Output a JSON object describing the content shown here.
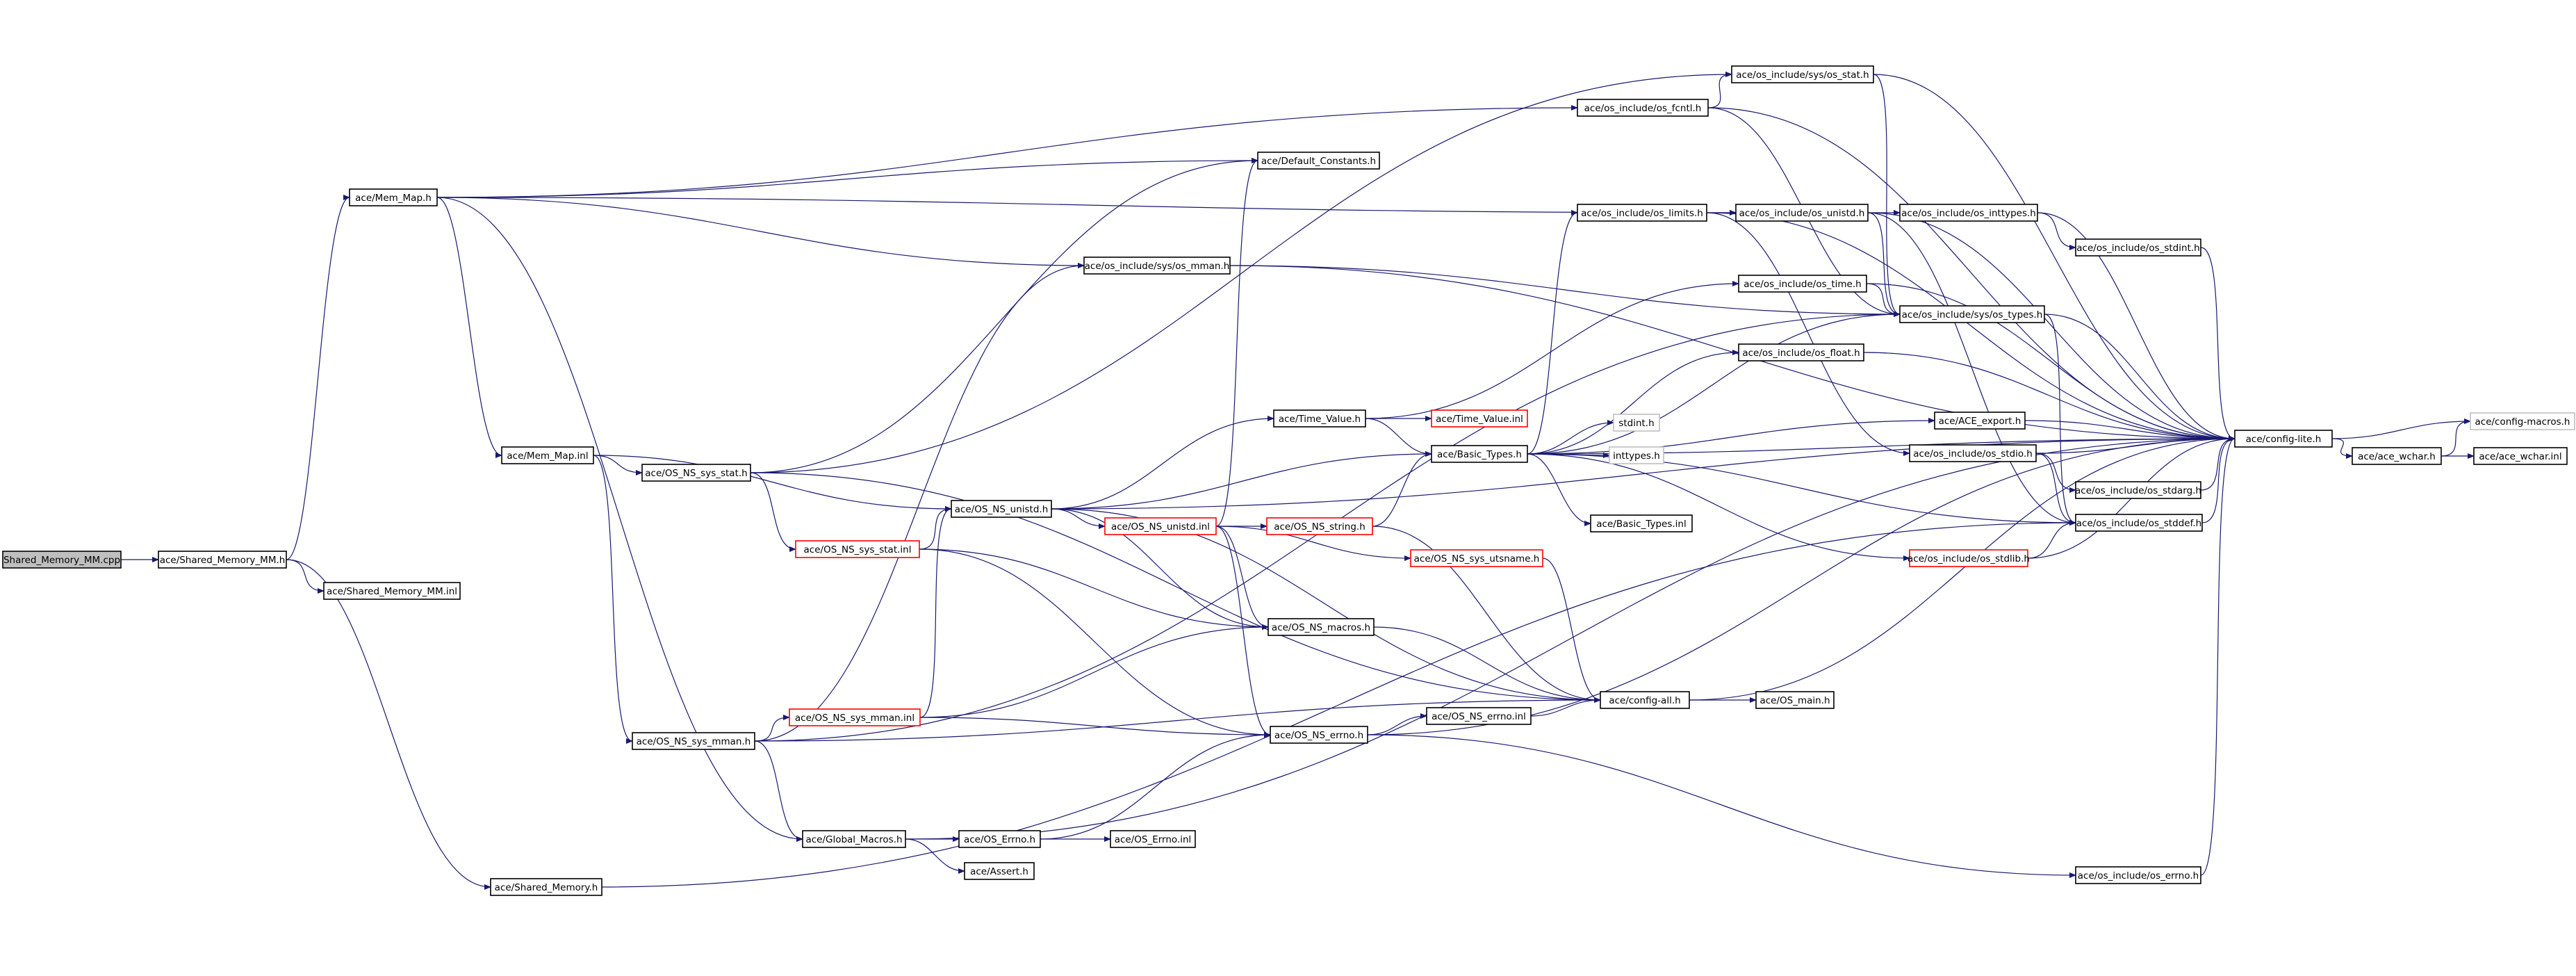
{
  "colors": {
    "edge": "#191970",
    "node_border": "#000000",
    "incomplete_border": "#ff0000",
    "root_fill": "#bfbfbf"
  },
  "nodes": [
    {
      "id": "root",
      "label": "Shared_Memory_MM.cpp",
      "style": "root"
    },
    {
      "id": "smmh",
      "label": "ace/Shared_Memory_MM.h",
      "style": "normal"
    },
    {
      "id": "smminl",
      "label": "ace/Shared_Memory_MM.inl",
      "style": "normal"
    },
    {
      "id": "memmaph",
      "label": "ace/Mem_Map.h",
      "style": "normal"
    },
    {
      "id": "memmapinl",
      "label": "ace/Mem_Map.inl",
      "style": "normal"
    },
    {
      "id": "sharedmem",
      "label": "ace/Shared_Memory.h",
      "style": "normal"
    },
    {
      "id": "osnssysstath",
      "label": "ace/OS_NS_sys_stat.h",
      "style": "normal"
    },
    {
      "id": "osnssysstatinl",
      "label": "ace/OS_NS_sys_stat.inl",
      "style": "red"
    },
    {
      "id": "osnssysmmanh",
      "label": "ace/OS_NS_sys_mman.h",
      "style": "normal"
    },
    {
      "id": "osnssysmmaninl",
      "label": "ace/OS_NS_sys_mman.inl",
      "style": "red"
    },
    {
      "id": "globalmacros",
      "label": "ace/Global_Macros.h",
      "style": "normal"
    },
    {
      "id": "oserrnoh",
      "label": "ace/OS_Errno.h",
      "style": "normal"
    },
    {
      "id": "oserrnoinl",
      "label": "ace/OS_Errno.inl",
      "style": "normal"
    },
    {
      "id": "assert",
      "label": "ace/Assert.h",
      "style": "normal"
    },
    {
      "id": "osnsunistdh",
      "label": "ace/OS_NS_unistd.h",
      "style": "normal"
    },
    {
      "id": "osnsunistdinl",
      "label": "ace/OS_NS_unistd.inl",
      "style": "red"
    },
    {
      "id": "timevalueh",
      "label": "ace/Time_Value.h",
      "style": "normal"
    },
    {
      "id": "timevalueinl",
      "label": "ace/Time_Value.inl",
      "style": "red"
    },
    {
      "id": "basictypesh",
      "label": "ace/Basic_Types.h",
      "style": "normal"
    },
    {
      "id": "basictypesinl",
      "label": "ace/Basic_Types.inl",
      "style": "normal"
    },
    {
      "id": "osnsstringh",
      "label": "ace/OS_NS_string.h",
      "style": "red"
    },
    {
      "id": "osnssysutsname",
      "label": "ace/OS_NS_sys_utsname.h",
      "style": "red"
    },
    {
      "id": "osnsmacros",
      "label": "ace/OS_NS_macros.h",
      "style": "normal"
    },
    {
      "id": "osnserrnoh",
      "label": "ace/OS_NS_errno.h",
      "style": "normal"
    },
    {
      "id": "osnserrnoinl",
      "label": "ace/OS_NS_errno.inl",
      "style": "normal"
    },
    {
      "id": "configallh",
      "label": "ace/config-all.h",
      "style": "normal"
    },
    {
      "id": "osmainh",
      "label": "ace/OS_main.h",
      "style": "normal"
    },
    {
      "id": "defaultconstants",
      "label": "ace/Default_Constants.h",
      "style": "normal"
    },
    {
      "id": "ossysmman",
      "label": "ace/os_include/sys/os_mman.h",
      "style": "normal"
    },
    {
      "id": "osfcntl",
      "label": "ace/os_include/os_fcntl.h",
      "style": "normal"
    },
    {
      "id": "ossysstat",
      "label": "ace/os_include/sys/os_stat.h",
      "style": "normal"
    },
    {
      "id": "oslimits",
      "label": "ace/os_include/os_limits.h",
      "style": "normal"
    },
    {
      "id": "osunistd",
      "label": "ace/os_include/os_unistd.h",
      "style": "normal"
    },
    {
      "id": "osinttypes",
      "label": "ace/os_include/os_inttypes.h",
      "style": "normal"
    },
    {
      "id": "osstdint",
      "label": "ace/os_include/os_stdint.h",
      "style": "normal"
    },
    {
      "id": "ostime",
      "label": "ace/os_include/os_time.h",
      "style": "normal"
    },
    {
      "id": "ossystypes",
      "label": "ace/os_include/sys/os_types.h",
      "style": "normal"
    },
    {
      "id": "osfloat",
      "label": "ace/os_include/os_float.h",
      "style": "normal"
    },
    {
      "id": "aceexport",
      "label": "ace/ACE_export.h",
      "style": "normal"
    },
    {
      "id": "osstdio",
      "label": "ace/os_include/os_stdio.h",
      "style": "normal"
    },
    {
      "id": "osstdarg",
      "label": "ace/os_include/os_stdarg.h",
      "style": "normal"
    },
    {
      "id": "osstddef",
      "label": "ace/os_include/os_stddef.h",
      "style": "normal"
    },
    {
      "id": "osstdlib",
      "label": "ace/os_include/os_stdlib.h",
      "style": "red"
    },
    {
      "id": "oserrno",
      "label": "ace/os_include/os_errno.h",
      "style": "normal"
    },
    {
      "id": "stdinth",
      "label": "stdint.h",
      "style": "gray"
    },
    {
      "id": "inttypesh",
      "label": "inttypes.h",
      "style": "gray"
    },
    {
      "id": "configliteh",
      "label": "ace/config-lite.h",
      "style": "normal"
    },
    {
      "id": "acewcharh",
      "label": "ace/ace_wchar.h",
      "style": "normal"
    },
    {
      "id": "acewcharinl",
      "label": "ace/ace_wchar.inl",
      "style": "normal"
    },
    {
      "id": "configmacros",
      "label": "ace/config-macros.h",
      "style": "gray"
    }
  ],
  "edges": [
    [
      "root",
      "smmh"
    ],
    [
      "smmh",
      "smminl"
    ],
    [
      "smmh",
      "memmaph"
    ],
    [
      "smmh",
      "sharedmem"
    ],
    [
      "memmaph",
      "memmapinl"
    ],
    [
      "memmaph",
      "globalmacros"
    ],
    [
      "memmaph",
      "defaultconstants"
    ],
    [
      "memmaph",
      "ossysmman"
    ],
    [
      "memmaph",
      "osfcntl"
    ],
    [
      "memmaph",
      "osunistd"
    ],
    [
      "memmapinl",
      "osnssysstath"
    ],
    [
      "memmapinl",
      "osnsunistdh"
    ],
    [
      "memmapinl",
      "osnssysmmanh"
    ],
    [
      "osnssysstath",
      "osnssysstatinl"
    ],
    [
      "osnssysstath",
      "ossysstat"
    ],
    [
      "osnssysstath",
      "defaultconstants"
    ],
    [
      "osnssysstath",
      "configallh"
    ],
    [
      "osnssysstatinl",
      "osnsunistdh"
    ],
    [
      "osnssysstatinl",
      "osnserrnoh"
    ],
    [
      "osnssysstatinl",
      "osnsmacros"
    ],
    [
      "osnssysmmanh",
      "osnssysmmaninl"
    ],
    [
      "osnssysmmanh",
      "ossysmman"
    ],
    [
      "osnssysmmanh",
      "globalmacros"
    ],
    [
      "osnssysmmanh",
      "ossystypes"
    ],
    [
      "osnssysmmanh",
      "configallh"
    ],
    [
      "osnssysmmaninl",
      "osnsunistdh"
    ],
    [
      "osnssysmmaninl",
      "osnsmacros"
    ],
    [
      "osnssysmmaninl",
      "osnserrnoh"
    ],
    [
      "osnsunistdh",
      "osnsunistdinl"
    ],
    [
      "osnsunistdh",
      "timevalueh"
    ],
    [
      "osnsunistdh",
      "basictypesh"
    ],
    [
      "osnsunistdh",
      "configliteh"
    ],
    [
      "osnsunistdh",
      "configallh"
    ],
    [
      "osnsunistdh",
      "osnsmacros"
    ],
    [
      "osnsunistdinl",
      "osnsstringh"
    ],
    [
      "osnsunistdinl",
      "osnssysutsname"
    ],
    [
      "osnsunistdinl",
      "osnsmacros"
    ],
    [
      "osnsunistdinl",
      "osnserrnoh"
    ],
    [
      "osnsunistdinl",
      "defaultconstants"
    ],
    [
      "timevalueh",
      "timevalueinl"
    ],
    [
      "timevalueh",
      "basictypesh"
    ],
    [
      "timevalueh",
      "ostime"
    ],
    [
      "basictypesh",
      "basictypesinl"
    ],
    [
      "basictypesh",
      "stdinth"
    ],
    [
      "basictypesh",
      "inttypesh"
    ],
    [
      "basictypesh",
      "oslimits"
    ],
    [
      "basictypesh",
      "osfloat"
    ],
    [
      "basictypesh",
      "aceexport"
    ],
    [
      "basictypesh",
      "osstddef"
    ],
    [
      "basictypesh",
      "osstdlib"
    ],
    [
      "basictypesh",
      "ossystypes"
    ],
    [
      "basictypesh",
      "configliteh"
    ],
    [
      "osnsstringh",
      "basictypesh"
    ],
    [
      "osnsstringh",
      "configallh"
    ],
    [
      "osnssysutsname",
      "configallh"
    ],
    [
      "osnsmacros",
      "configallh"
    ],
    [
      "osnserrnoh",
      "osnserrnoinl"
    ],
    [
      "osnserrnoh",
      "oserrno"
    ],
    [
      "osnserrnoh",
      "configliteh"
    ],
    [
      "osnserrnoinl",
      "configallh"
    ],
    [
      "configallh",
      "osmainh"
    ],
    [
      "configallh",
      "configliteh"
    ],
    [
      "globalmacros",
      "oserrnoh"
    ],
    [
      "globalmacros",
      "assert"
    ],
    [
      "globalmacros",
      "configliteh"
    ],
    [
      "oserrnoh",
      "oserrnoinl"
    ],
    [
      "oserrnoh",
      "osnserrnoh"
    ],
    [
      "sharedmem",
      "osstddef"
    ],
    [
      "ossysmman",
      "ossystypes"
    ],
    [
      "ossysmman",
      "configliteh"
    ],
    [
      "osfcntl",
      "ossysstat"
    ],
    [
      "osfcntl",
      "ossystypes"
    ],
    [
      "osfcntl",
      "configliteh"
    ],
    [
      "ossysstat",
      "ossystypes"
    ],
    [
      "ossysstat",
      "configliteh"
    ],
    [
      "oslimits",
      "osunistd"
    ],
    [
      "oslimits",
      "osstdio"
    ],
    [
      "oslimits",
      "configliteh"
    ],
    [
      "osunistd",
      "osinttypes"
    ],
    [
      "osunistd",
      "ossystypes"
    ],
    [
      "osunistd",
      "osstddef"
    ],
    [
      "osunistd",
      "configliteh"
    ],
    [
      "osinttypes",
      "osstdint"
    ],
    [
      "osinttypes",
      "configliteh"
    ],
    [
      "osstdint",
      "configliteh"
    ],
    [
      "ostime",
      "ossystypes"
    ],
    [
      "ostime",
      "configliteh"
    ],
    [
      "ossystypes",
      "osstddef"
    ],
    [
      "ossystypes",
      "configliteh"
    ],
    [
      "osfloat",
      "configliteh"
    ],
    [
      "aceexport",
      "configliteh"
    ],
    [
      "osstdio",
      "osstdarg"
    ],
    [
      "osstdio",
      "osstddef"
    ],
    [
      "osstdio",
      "configliteh"
    ],
    [
      "osstdarg",
      "configliteh"
    ],
    [
      "osstddef",
      "configliteh"
    ],
    [
      "osstdlib",
      "osstddef"
    ],
    [
      "osstdlib",
      "configliteh"
    ],
    [
      "oserrno",
      "configliteh"
    ],
    [
      "configliteh",
      "acewcharh"
    ],
    [
      "configliteh",
      "configmacros"
    ],
    [
      "acewcharh",
      "acewcharinl"
    ],
    [
      "acewcharh",
      "configmacros"
    ]
  ]
}
